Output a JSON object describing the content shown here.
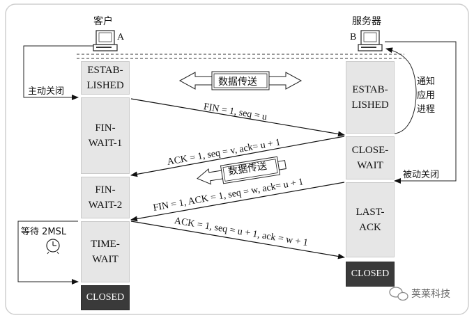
{
  "client": {
    "title": "客户",
    "host_letter": "A"
  },
  "server": {
    "title": "服务器",
    "host_letter": "B"
  },
  "client_states": {
    "established": "ESTAB-\nLISHED",
    "fin_wait_1": "FIN-\nWAIT-1",
    "fin_wait_2": "FIN-\nWAIT-2",
    "time_wait": "TIME-\nWAIT",
    "closed": "CLOSED"
  },
  "server_states": {
    "established": "ESTAB-\nLISHED",
    "close_wait": "CLOSE-\nWAIT",
    "last_ack": "LAST-\nACK",
    "closed": "CLOSED"
  },
  "notes": {
    "active_close": "主动关闭",
    "notify_app": "通知\n应用\n进程",
    "passive_close": "被动关闭",
    "wait_2msl": "等待 2MSL",
    "data_transfer_1": "数据传送",
    "data_transfer_2": "数据传送"
  },
  "messages": {
    "fin1": "FIN = 1, seq = u",
    "ack1": "ACK = 1, seq = v, ack= u + 1",
    "fin2": "FIN = 1, ACK = 1, seq = w, ack= u + 1",
    "ack2": "ACK = 1, seq = u + 1, ack = w + 1"
  },
  "watermark": {
    "text": "荚莱科技"
  }
}
